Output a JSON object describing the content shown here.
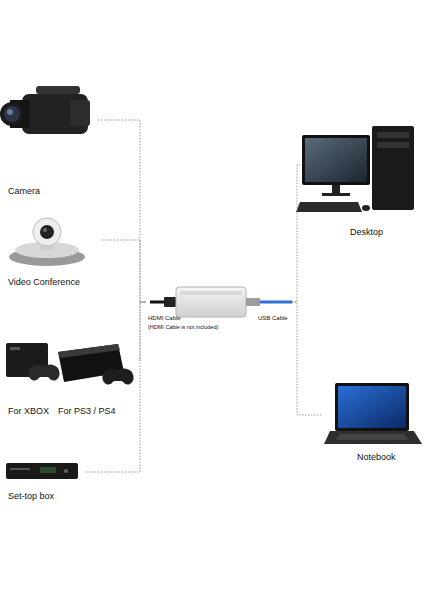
{
  "diagram": {
    "nodes": [
      {
        "text": [
          "Camera"
        ]
      },
      {
        "text": [
          "Video Conference"
        ]
      },
      {
        "text": [
          "For XBOX",
          "For PS3 / PS4"
        ]
      },
      {
        "text": [
          "Set-top box"
        ]
      },
      {
        "text": [
          "HDMI Cable",
          "(HDMI Cable is not included)",
          "USB Cable"
        ]
      },
      {
        "text": [
          "Desktop"
        ]
      },
      {
        "text": [
          "Notebook"
        ]
      }
    ],
    "edges": [
      {
        "from": 0,
        "to": 4,
        "arrow": "none"
      },
      {
        "from": 1,
        "to": 4,
        "arrow": "none"
      },
      {
        "from": 2,
        "to": 4,
        "arrow": "none"
      },
      {
        "from": 3,
        "to": 4,
        "arrow": "none"
      },
      {
        "from": 4,
        "to": 5,
        "arrow": "none"
      },
      {
        "from": 4,
        "to": 6,
        "arrow": "none"
      }
    ]
  }
}
